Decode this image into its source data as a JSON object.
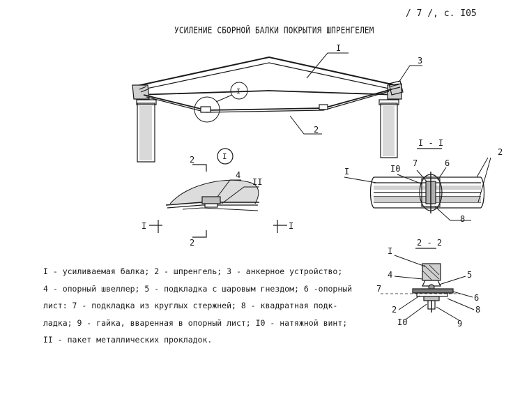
{
  "header": {
    "page_ref": "/ 7 /, с. I05",
    "title": "УСИЛЕНИЕ СБОРНОЙ БАЛКИ ПОКРЫТИЯ ШПРЕНГЕЛЕМ"
  },
  "drawing": {
    "main_labels": {
      "l1": "I",
      "l2": "2",
      "l3": "3",
      "callout": "I"
    },
    "detail_I": {
      "marker": "I",
      "cut_top": "2",
      "cut_bottom": "2",
      "l4": "4",
      "l11": "II",
      "sec_left": "I",
      "sec_right": "I"
    },
    "section_I_I": {
      "title": "I - I",
      "l1": "I",
      "l10": "I0",
      "l7": "7",
      "l6": "6",
      "l2": "2",
      "l8": "8"
    },
    "section_2_2": {
      "title": "2 - 2",
      "l1": "I",
      "l4": "4",
      "l5": "5",
      "l7": "7",
      "l6": "6",
      "l2": "2",
      "l8": "8",
      "l10": "I0",
      "l9": "9"
    }
  },
  "legend": {
    "lines": [
      "I - усиливаемая балка; 2 - шпренгель; 3 - анкерное устройство;",
      "4 - опорный швеллер; 5 - подкладка с шаровым гнездом; 6 -опорный",
      "лист: 7 - подкладка из круглых стержней; 8 - квадратная подк-",
      "ладка; 9 - гайка, вваренная в опорный лист; I0 - натяжной винт;",
      "II - пакет металлических прокладок."
    ]
  }
}
